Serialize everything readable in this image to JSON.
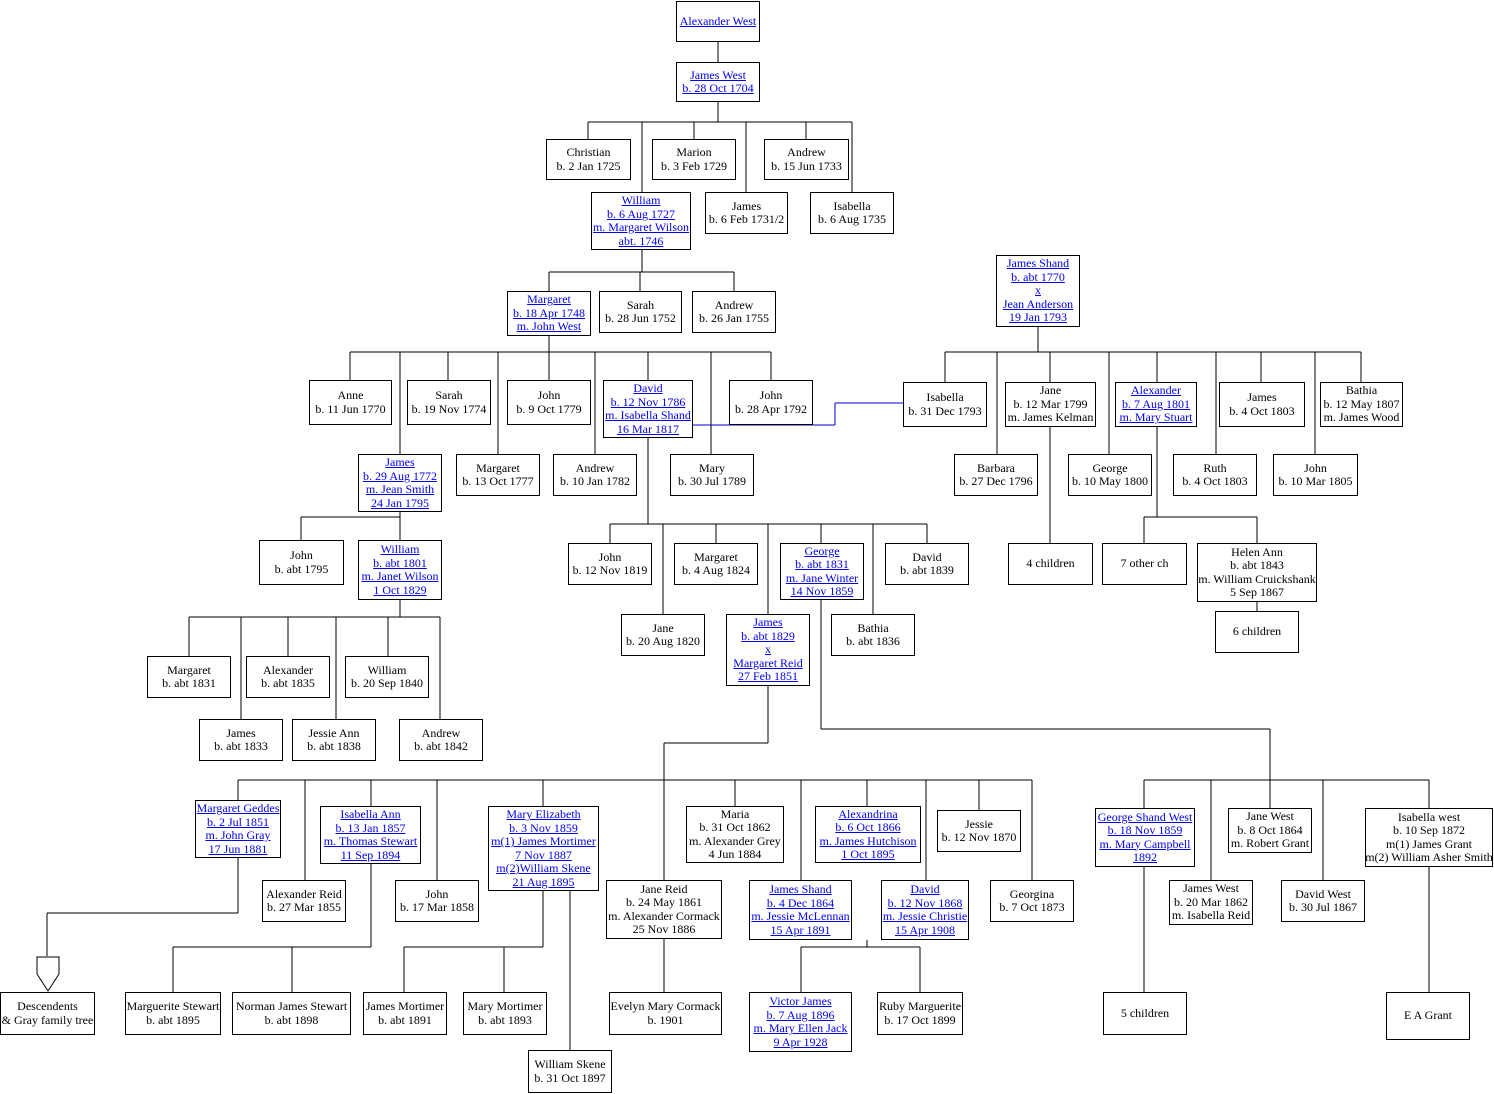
{
  "colors": {
    "line": "#000000",
    "marriage_line": "#0000cc",
    "link_text": "#0000ee",
    "text": "#000000"
  },
  "people": {
    "alexander_west": [
      "Alexander West"
    ],
    "james_west_1704": [
      "James West",
      "b. 28 Oct 1704"
    ],
    "christian": [
      "Christian",
      "b. 2 Jan 1725"
    ],
    "marion": [
      "Marion",
      "b. 3 Feb 1729"
    ],
    "andrew_1733": [
      "Andrew",
      "b. 15 Jun 1733"
    ],
    "william_1727": [
      "William",
      "b. 6 Aug 1727",
      "m. Margaret Wilson",
      "abt. 1746"
    ],
    "james_1731": [
      "James",
      "b. 6 Feb 1731/2"
    ],
    "isabella_1735": [
      "Isabella",
      "b. 6 Aug 1735"
    ],
    "margaret_1748": [
      "Margaret",
      "b. 18 Apr 1748",
      "m. John West"
    ],
    "sarah_1752": [
      "Sarah",
      "b. 28 Jun 1752"
    ],
    "andrew_1755": [
      "Andrew",
      "b. 26 Jan 1755"
    ],
    "james_shand": [
      "James Shand",
      "b. abt 1770",
      "x",
      "Jean Anderson",
      "19 Jan 1793"
    ],
    "anne_1770": [
      "Anne",
      "b. 11 Jun 1770"
    ],
    "sarah_1774": [
      "Sarah",
      "b. 19 Nov 1774"
    ],
    "john_1779": [
      "John",
      "b. 9 Oct 1779"
    ],
    "david_1786": [
      "David",
      "b. 12 Nov 1786",
      "m. Isabella Shand",
      "16 Mar 1817"
    ],
    "john_1792": [
      "John",
      "b. 28 Apr 1792"
    ],
    "isabella_1793": [
      "Isabella",
      "b. 31 Dec 1793"
    ],
    "jane_1799": [
      "Jane",
      "b. 12 Mar 1799",
      "m. James Kelman"
    ],
    "alexander_1801": [
      "Alexander",
      "b. 7 Aug 1801",
      "m. Mary Stuart"
    ],
    "james_1803": [
      "James",
      "b. 4 Oct 1803"
    ],
    "bathia_1807": [
      "Bathia",
      "b. 12 May 1807",
      "m. James Wood"
    ],
    "james_1772": [
      "James",
      "b. 29 Aug 1772",
      "m. Jean Smith",
      "24 Jan 1795"
    ],
    "margaret_1777": [
      "Margaret",
      "b. 13 Oct 1777"
    ],
    "andrew_1782": [
      "Andrew",
      "b. 10 Jan 1782"
    ],
    "mary_1789": [
      "Mary",
      "b. 30 Jul 1789"
    ],
    "barbara_1796": [
      "Barbara",
      "b. 27 Dec 1796"
    ],
    "george_1800": [
      "George",
      "b. 10 May 1800"
    ],
    "ruth_1803": [
      "Ruth",
      "b. 4 Oct 1803"
    ],
    "john_1805": [
      "John",
      "b. 10 Mar 1805"
    ],
    "john_1795": [
      "John",
      "b. abt 1795"
    ],
    "william_1801": [
      "William",
      "b. abt 1801",
      "m. Janet Wilson",
      "1 Oct 1829"
    ],
    "john_1819": [
      "John",
      "b. 12 Nov 1819"
    ],
    "margaret_1824": [
      "Margaret",
      "b. 4 Aug 1824"
    ],
    "george_1831": [
      "George",
      "b. abt 1831",
      "m. Jane Winter",
      "14 Nov 1859"
    ],
    "david_1839": [
      "David",
      "b. abt 1839"
    ],
    "four_children": [
      "4 children"
    ],
    "seven_other": [
      "7 other ch"
    ],
    "helen_ann": [
      "Helen Ann",
      "b. abt 1843",
      "m. William Cruickshank",
      "5 Sep 1867"
    ],
    "jane_1820": [
      "Jane",
      "b. 20 Aug 1820"
    ],
    "james_1829": [
      "James",
      "b. abt 1829",
      "x",
      "Margaret Reid",
      "27 Feb 1851"
    ],
    "bathia_1836": [
      "Bathia",
      "b. abt 1836"
    ],
    "six_children": [
      "6 children"
    ],
    "margaret_1831": [
      "Margaret",
      "b. abt 1831"
    ],
    "alexander_1835": [
      "Alexander",
      "b. abt 1835"
    ],
    "william_1840": [
      "William",
      "b. 20 Sep 1840"
    ],
    "james_1833": [
      "James",
      "b. abt 1833"
    ],
    "jessie_ann_1838": [
      "Jessie Ann",
      "b. abt 1838"
    ],
    "andrew_1842": [
      "Andrew",
      "b. abt 1842"
    ],
    "margaret_geddes": [
      "Margaret Geddes",
      "b. 2 Jul 1851",
      "m. John Gray",
      "17 Jun 1881"
    ],
    "isabella_ann": [
      "Isabella Ann",
      "b. 13 Jan 1857",
      "m. Thomas Stewart",
      "11 Sep 1894"
    ],
    "mary_elizabeth": [
      "Mary Elizabeth",
      "b. 3 Nov 1859",
      "m(1) James Mortimer",
      "7 Nov 1887",
      "m(2)William Skene",
      "21 Aug 1895"
    ],
    "maria_1862": [
      "Maria",
      "b. 31 Oct 1862",
      "m. Alexander Grey",
      "4 Jun 1884"
    ],
    "alexandrina": [
      "Alexandrina",
      "b. 6 Oct 1866",
      "m. James Hutchison",
      "1 Oct 1895"
    ],
    "jessie_1870": [
      "Jessie",
      "b. 12 Nov 1870"
    ],
    "george_shand_west": [
      "George Shand West",
      "b. 18 Nov 1859",
      "m. Mary Campbell",
      "1892"
    ],
    "jane_west_1864": [
      "Jane West",
      "b. 8 Oct 1864",
      "m. Robert Grant"
    ],
    "isabella_west": [
      "Isabella west",
      "b. 10 Sep 1872",
      "m(1) James Grant",
      "m(2) William Asher Smith"
    ],
    "alexander_reid": [
      "Alexander Reid",
      "b. 27 Mar 1855"
    ],
    "john_1858": [
      "John",
      "b. 17 Mar 1858"
    ],
    "jane_reid": [
      "Jane Reid",
      "b. 24 May 1861",
      "m. Alexander Cormack",
      "25 Nov 1886"
    ],
    "james_shand_1864": [
      "James Shand",
      "b. 4 Dec 1864",
      "m. Jessie McLennan",
      "15 Apr 1891"
    ],
    "david_1868": [
      "David",
      "b. 12 Nov 1868",
      "m. Jessie Christie",
      "15 Apr 1908"
    ],
    "georgina": [
      "Georgina",
      "b. 7 Oct 1873"
    ],
    "james_west_1862": [
      "James West",
      "b. 20 Mar 1862",
      "m. Isabella Reid"
    ],
    "david_west_1867": [
      "David West",
      "b. 30 Jul 1867"
    ],
    "descendents": [
      "Descendents",
      "& Gray family tree"
    ],
    "marguerite_stewart": [
      "Marguerite Stewart",
      "b. abt 1895"
    ],
    "norman_james_stewart": [
      "Norman James Stewart",
      "b. abt 1898"
    ],
    "james_mortimer": [
      "James Mortimer",
      "b. abt 1891"
    ],
    "mary_mortimer": [
      "Mary Mortimer",
      "b. abt 1893"
    ],
    "evelyn_mary_cormack": [
      "Evelyn Mary Cormack",
      "b. 1901"
    ],
    "victor_james": [
      "Victor James",
      "b. 7 Aug 1896",
      "m. Mary Ellen Jack",
      "9 Apr 1928"
    ],
    "ruby_marguerite": [
      "Ruby Marguerite",
      "b. 17 Oct 1899"
    ],
    "five_children": [
      "5 children"
    ],
    "e_a_grant": [
      "E A Grant"
    ],
    "william_skene": [
      "William Skene",
      "b. 31 Oct 1897"
    ]
  }
}
